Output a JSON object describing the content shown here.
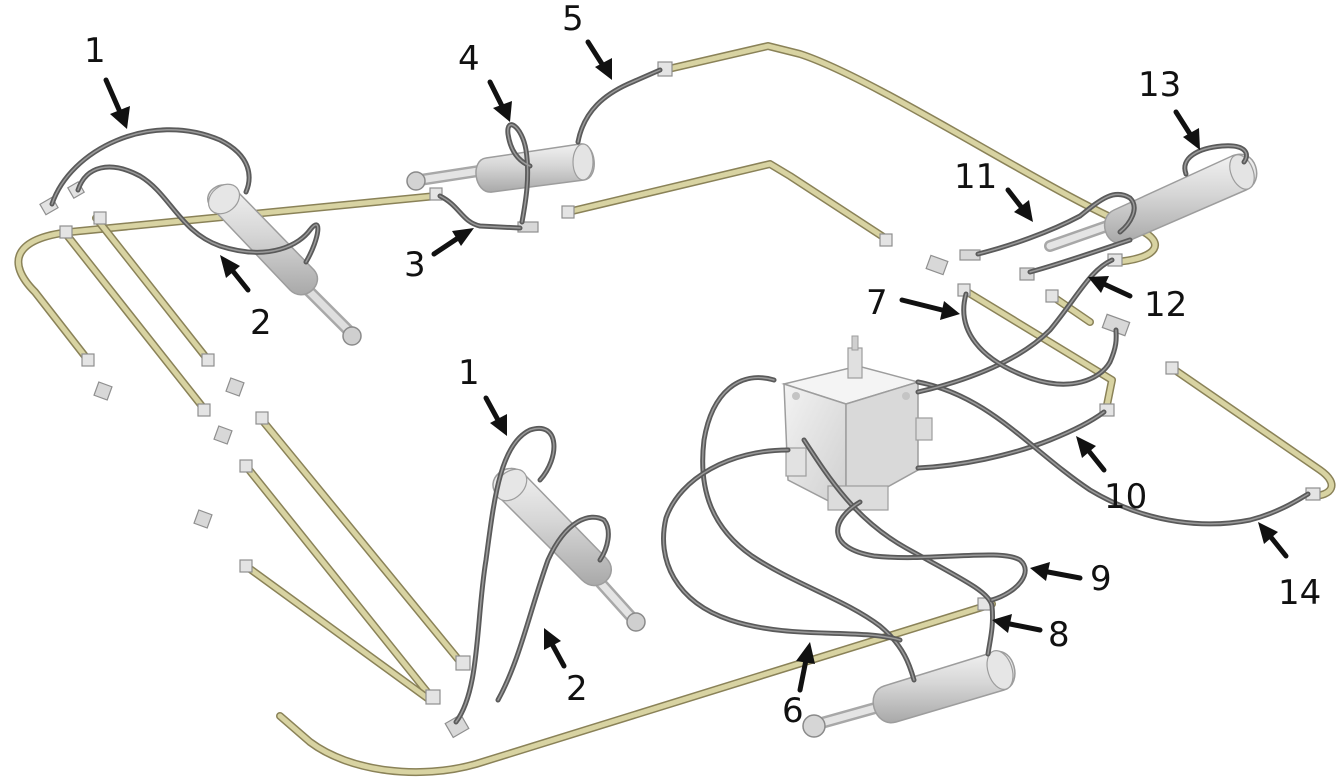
{
  "colors": {
    "background": "#ffffff",
    "pipe": "#d8d3a2",
    "hose": "#5a5a5a",
    "component": "#d4d4d4",
    "label": "#111111"
  },
  "labels": [
    {
      "id": "label-1-top",
      "text": "1"
    },
    {
      "id": "label-2-top",
      "text": "2"
    },
    {
      "id": "label-3",
      "text": "3"
    },
    {
      "id": "label-4",
      "text": "4"
    },
    {
      "id": "label-5",
      "text": "5"
    },
    {
      "id": "label-1-mid",
      "text": "1"
    },
    {
      "id": "label-2-mid",
      "text": "2"
    },
    {
      "id": "label-6",
      "text": "6"
    },
    {
      "id": "label-7",
      "text": "7"
    },
    {
      "id": "label-8",
      "text": "8"
    },
    {
      "id": "label-9",
      "text": "9"
    },
    {
      "id": "label-10",
      "text": "10"
    },
    {
      "id": "label-11",
      "text": "11"
    },
    {
      "id": "label-12",
      "text": "12"
    },
    {
      "id": "label-13",
      "text": "13"
    },
    {
      "id": "label-14",
      "text": "14"
    }
  ]
}
